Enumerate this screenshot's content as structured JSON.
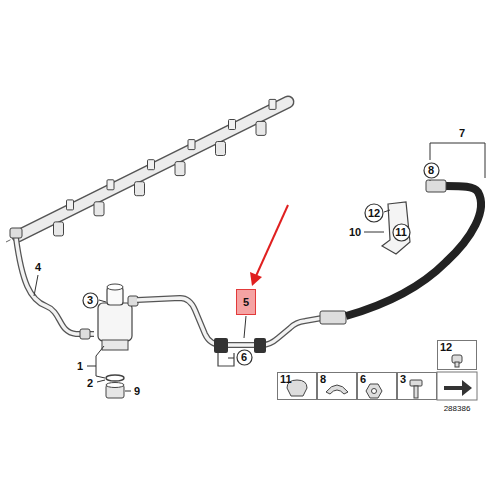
{
  "diagram": {
    "nodes": [
      {
        "text": [
          "8"
        ]
      },
      {
        "text": [
          "12"
        ]
      },
      {
        "text": [
          "11"
        ]
      },
      {
        "text": [
          "3"
        ]
      },
      {
        "text": [
          "5"
        ]
      },
      {
        "text": [
          "6"
        ]
      },
      {
        "text": [
          "12"
        ]
      },
      {
        "text": [
          "11"
        ]
      },
      {
        "text": [
          "8"
        ]
      },
      {
        "text": [
          "6"
        ]
      },
      {
        "text": [
          "3"
        ]
      }
    ],
    "labels": [
      "7",
      "10",
      "4",
      "1",
      "2",
      "9",
      "288386"
    ]
  }
}
